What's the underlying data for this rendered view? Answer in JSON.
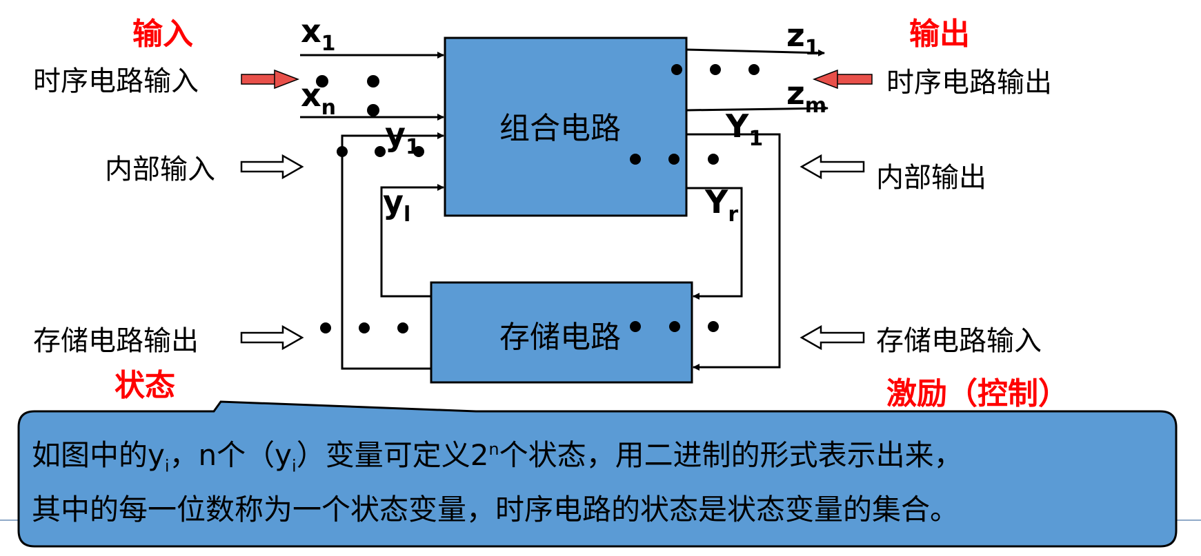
{
  "labels": {
    "input_title": "输入",
    "output_title": "输出",
    "seq_input": "时序电路输入",
    "seq_output": "时序电路输出",
    "internal_input": "内部输入",
    "internal_output": "内部输出",
    "storage_output": "存储电路输出",
    "storage_input": "存储电路输入",
    "state": "状态",
    "excitation": "激励（控制）"
  },
  "blocks": {
    "combinational": "组合电路",
    "storage": "存储电路"
  },
  "variables": {
    "x1": {
      "base": "x",
      "sub": "1"
    },
    "xn": {
      "base": "x",
      "sub": "n"
    },
    "z1": {
      "base": "z",
      "sub": "1"
    },
    "zm": {
      "base": "z",
      "sub": "m"
    },
    "y1": {
      "base": "y",
      "sub": "1"
    },
    "yl": {
      "base": "y",
      "sub": "l"
    },
    "Y1": {
      "base": "Y",
      "sub": "1"
    },
    "Yr": {
      "base": "Y",
      "sub": "r"
    }
  },
  "callout": {
    "l1_a": "如图中的y",
    "l1_sub1": "i",
    "l1_b": "，n个（y",
    "l1_sub2": "i",
    "l1_c": "）变量可定义2",
    "l1_sup": "n",
    "l1_d": "个状态，用二进制的形式表示出来，",
    "line2": "其中的每一位数称为一个状态变量，时序电路的状态是状态变量的集合。"
  },
  "colors": {
    "block_fill": "#5b9bd5",
    "callout_fill": "#5b9bd5",
    "accent_red": "#ff0000",
    "arrow_red": "#e8504a",
    "line": "#000000"
  }
}
